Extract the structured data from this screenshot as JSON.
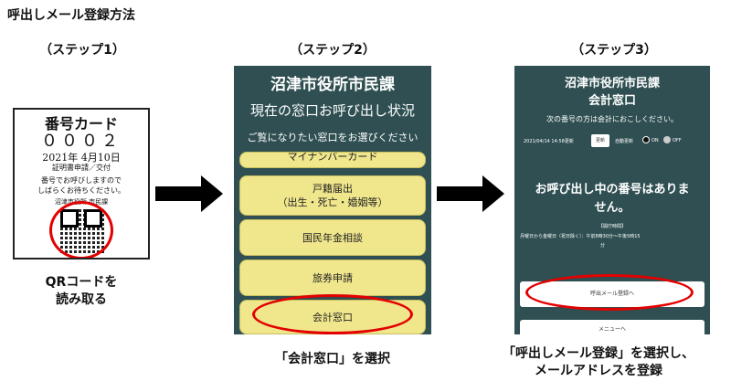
{
  "page_title": "呼出しメール登録方法",
  "steps": {
    "s1": "（ステップ1）",
    "s2": "（ステップ2）",
    "s3": "（ステップ3）"
  },
  "ticket": {
    "title": "番号カード",
    "number": "０００２",
    "date": "2021年 4月10日",
    "service": "証明書申請／交付",
    "msg1": "番号でお呼びしますので",
    "msg2": "しばらくお待ちください。",
    "office": "沼津市役所 市民課"
  },
  "captions": {
    "c1_line1": "QRコードを",
    "c1_line2": "読み取る",
    "c2": "「会計窓口」を選択",
    "c3_line1": "「呼出しメール登録」を選択し、",
    "c3_line2": "メールアドレスを登録"
  },
  "screen2": {
    "header1": "沼津市役所市民課",
    "header2": "現在の窓口お呼び出し状況",
    "header3": "ご覧になりたい窓口をお選びください",
    "partial_item": "マイナンバーカード",
    "items": [
      {
        "line1": "戸籍届出",
        "line2": "（出生・死亡・婚姻等）"
      },
      {
        "line1": "国民年金相談"
      },
      {
        "line1": "旅券申請"
      },
      {
        "line1": "会計窓口"
      }
    ]
  },
  "screen3": {
    "header1": "沼津市役所市民課",
    "header2": "会計窓口",
    "subtitle": "次の番号の方は会計におこしください。",
    "timestamp": "2021/04/14 14:58更新",
    "update_label": "更新",
    "auto_label": "自動更新",
    "on_label": "ON",
    "off_label": "OFF",
    "message_line1": "お呼び出し中の番号はありま",
    "message_line2": "せん。",
    "hours_label": "【開庁時間】",
    "hours_text1": "月曜日から金曜日（祝日除く）：午前8時30分～午後5時15",
    "hours_text2": "分",
    "register_btn": "呼出メール登録へ",
    "menu_btn": "メニューへ"
  },
  "colors": {
    "screen_bg": "#2f4f52",
    "menu_item_bg": "#f0e68c",
    "highlight_ring": "#e30000"
  }
}
